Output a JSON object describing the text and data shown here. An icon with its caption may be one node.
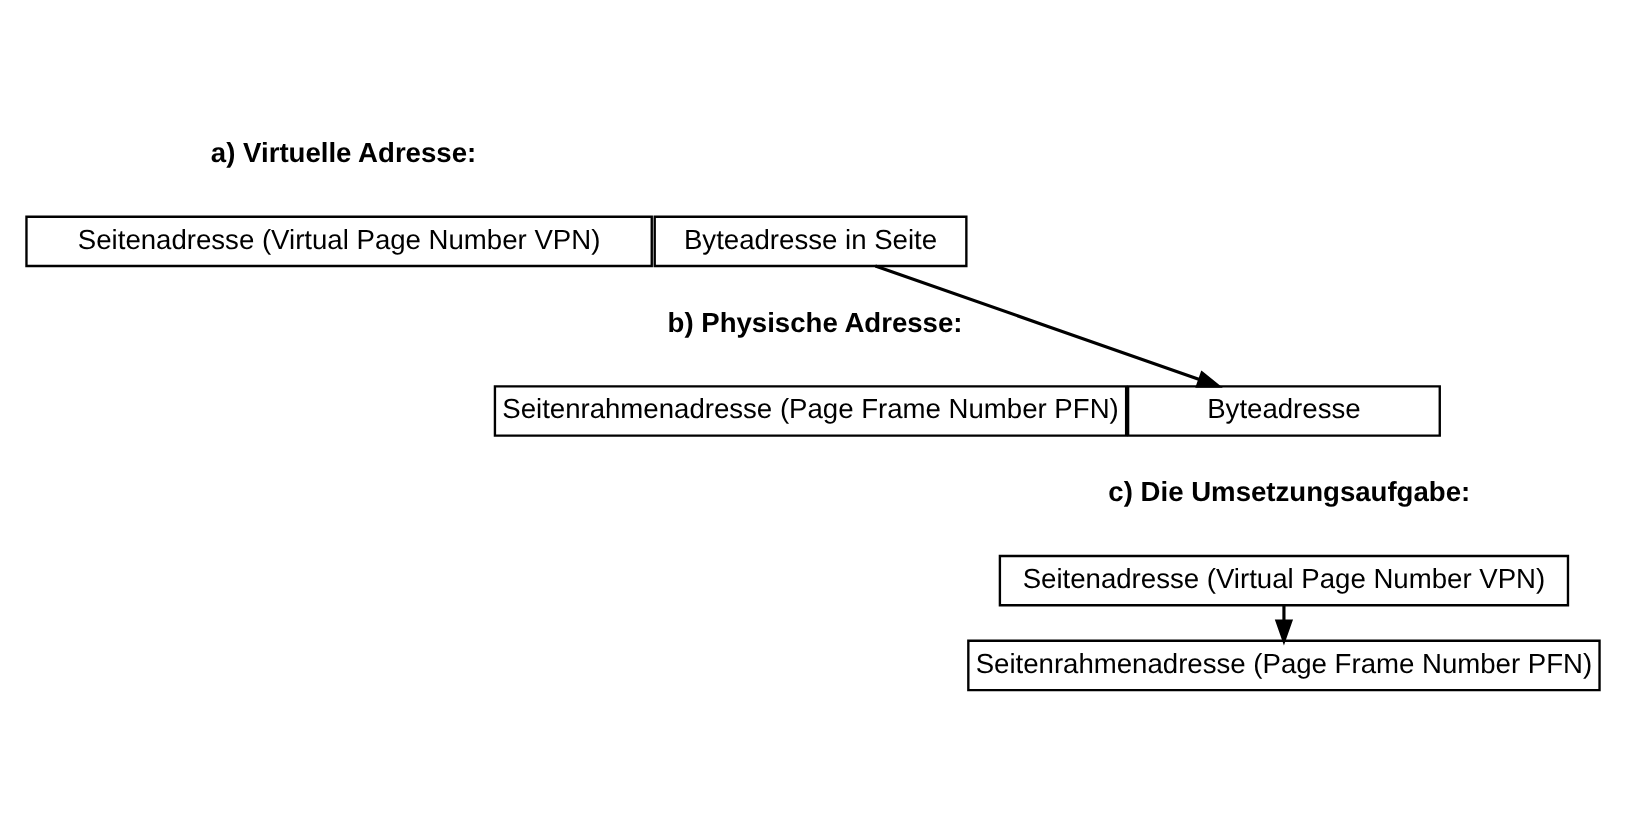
{
  "diagram": {
    "nodes": [
      {
        "text": [
          "Seitenadresse (Virtual Page Number VPN)"
        ]
      },
      {
        "text": [
          "Byteadresse in Seite"
        ]
      },
      {
        "text": [
          "Seitenrahmenadresse (Page Frame Number PFN)"
        ]
      },
      {
        "text": [
          "Byteadresse"
        ]
      },
      {
        "text": [
          "Seitenadresse (Virtual Page Number VPN)"
        ]
      },
      {
        "text": [
          "Seitenrahmenadresse (Page Frame Number PFN)"
        ]
      }
    ],
    "edges": [
      {
        "from": 1,
        "to": 3,
        "arrow": "to"
      },
      {
        "from": 4,
        "to": 5,
        "arrow": "to"
      }
    ],
    "labels": [
      "a) Virtuelle Adresse:",
      "b) Physische Adresse:",
      "c) Die Umsetzungsaufgabe:"
    ]
  }
}
